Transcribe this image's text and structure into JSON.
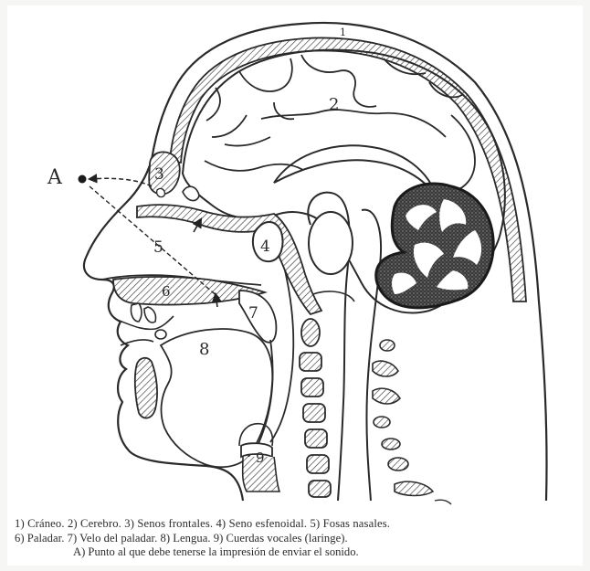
{
  "figure": {
    "labels": {
      "n1": "1",
      "n2": "2",
      "n3": "3",
      "n4": "4",
      "n5": "5",
      "n6": "6",
      "n7": "7",
      "n8": "8",
      "n9": "9",
      "point_a": "A"
    }
  },
  "caption": {
    "line1": "1)  Cráneo. 2)  Cerebro. 3)  Senos frontales. 4)  Seno esfenoidal. 5)  Fosas nasales.",
    "line2": "6)  Paladar. 7)  Velo del paladar. 8)  Lengua. 9)  Cuerdas vocales (laringe).",
    "line3": "A)  Punto al que debe tenerse la impresión de enviar el sonido."
  }
}
